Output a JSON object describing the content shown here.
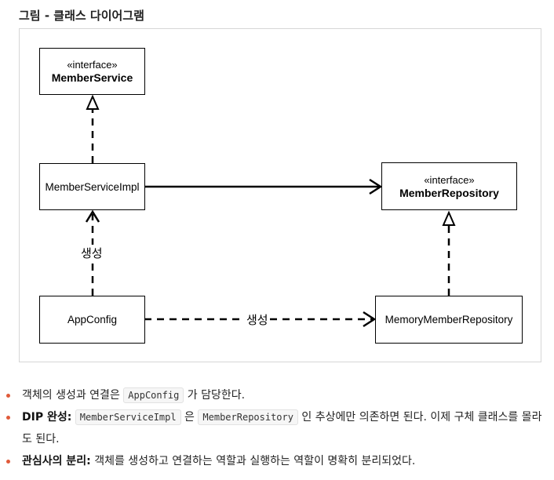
{
  "figure": {
    "title": "그림 - 클래스 다이어그램",
    "classes": {
      "member_service": {
        "stereotype": "«interface»",
        "name": "MemberService"
      },
      "member_service_impl": {
        "name": "MemberServiceImpl"
      },
      "member_repository": {
        "stereotype": "«interface»",
        "name": "MemberRepository"
      },
      "app_config": {
        "name": "AppConfig"
      },
      "memory_member_repository": {
        "name": "MemoryMemberRepository"
      }
    },
    "edge_labels": {
      "create_vertical": "생성",
      "create_horizontal": "생성"
    }
  },
  "notes": [
    {
      "before": "객체의 생성과 연결은 ",
      "code": "AppConfig",
      "after": " 가 담당한다."
    },
    {
      "bold": "DIP 완성:",
      "code1": "MemberServiceImpl",
      "mid": " 은 ",
      "code2": "MemberRepository",
      "after": " 인 추상에만 의존하면 된다. 이제 구체 클래스를 몰라도 된다."
    },
    {
      "bold": "관심사의 분리:",
      "after": " 객체를 생성하고 연결하는 역할과 실행하는 역할이 명확히 분리되었다."
    }
  ]
}
